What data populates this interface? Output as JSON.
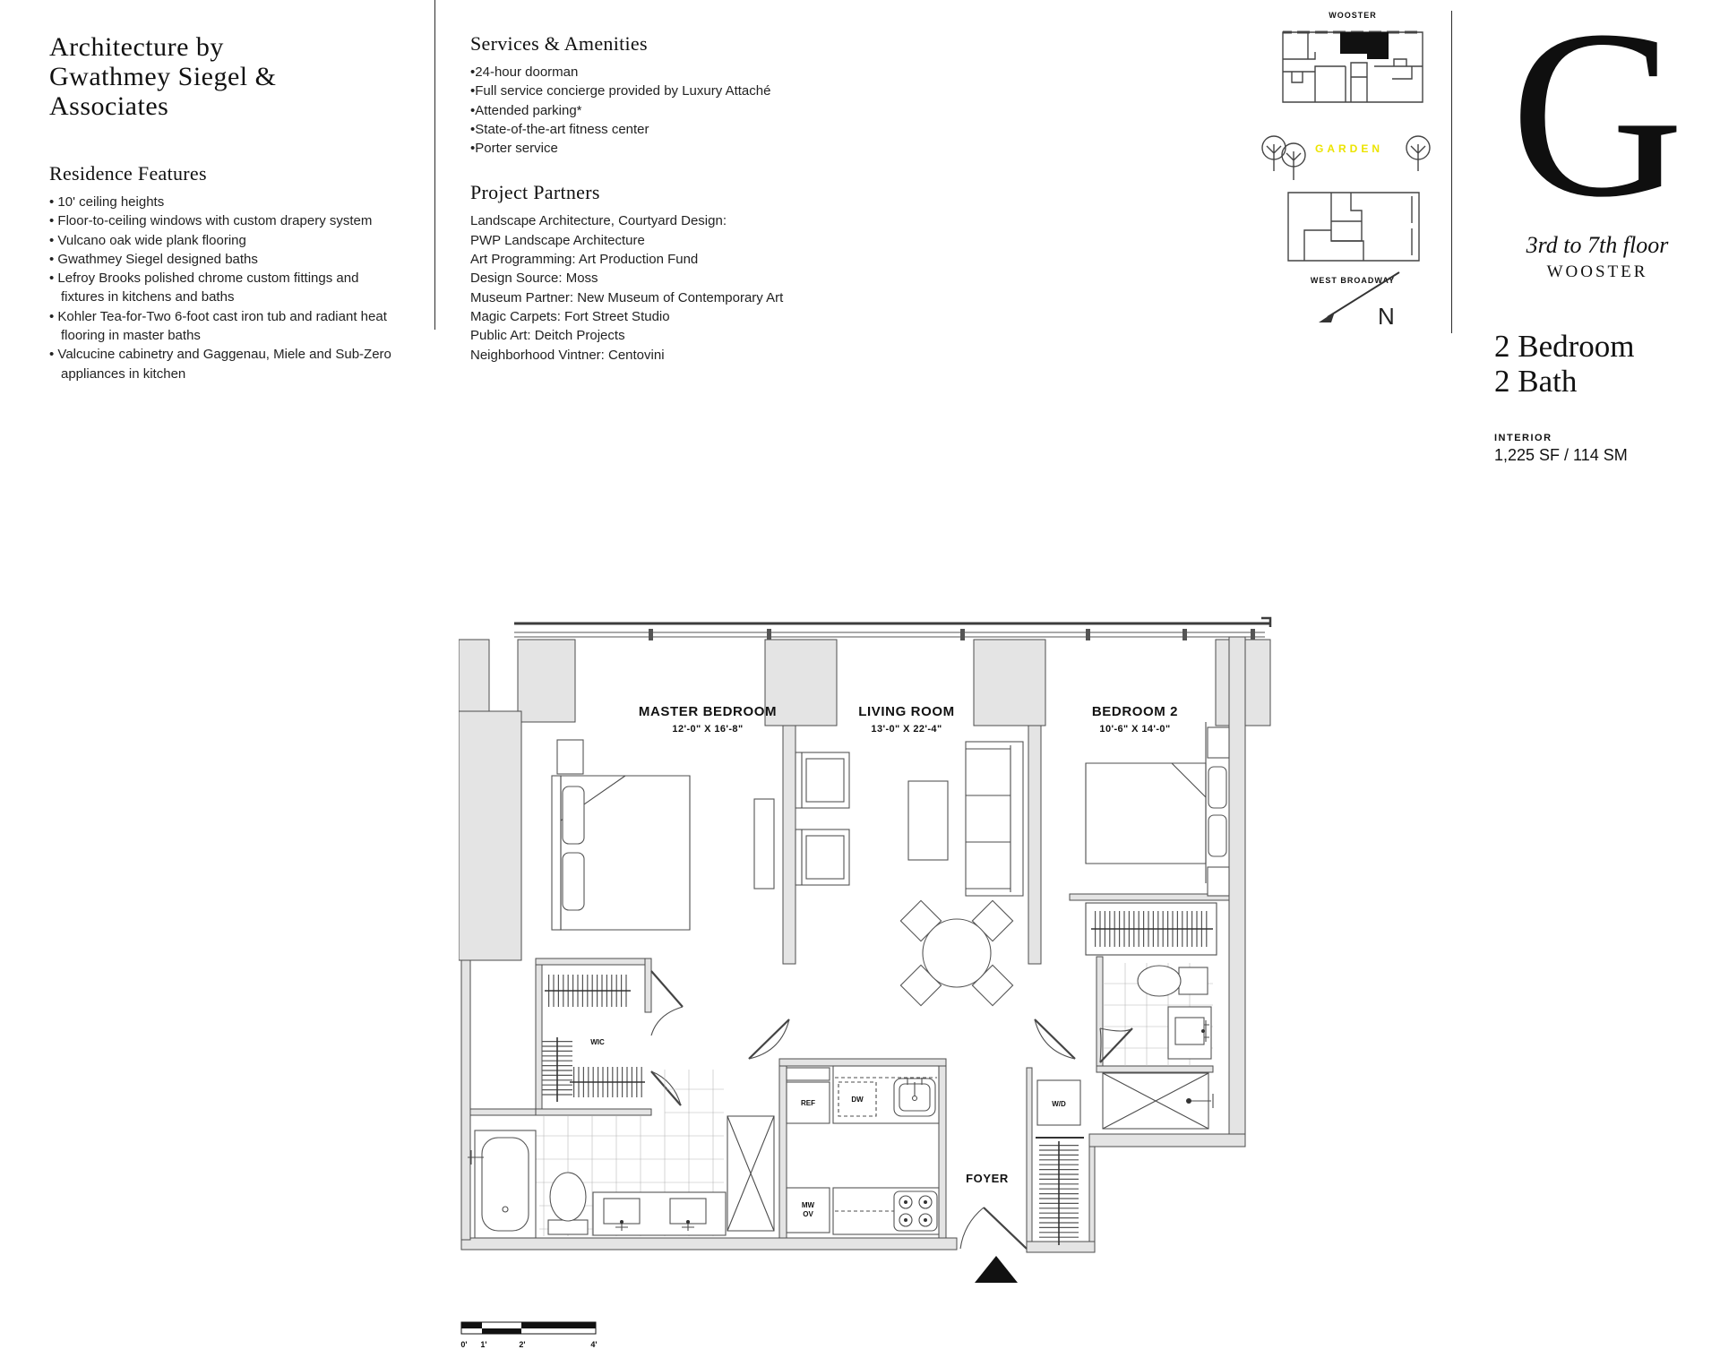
{
  "left_column": {
    "title_line1": "Architecture by",
    "title_line2": "Gwathmey Siegel & Associates",
    "features_heading": "Residence Features",
    "features": [
      "10' ceiling heights",
      "Floor-to-ceiling windows with custom drapery system",
      "Vulcano oak wide plank flooring",
      "Gwathmey Siegel designed baths",
      "Lefroy Brooks polished chrome custom fittings and fixtures in kitchens and baths",
      "Kohler Tea-for-Two 6-foot cast iron tub and radiant heat flooring in master baths",
      "Valcucine cabinetry and Gaggenau, Miele and Sub-Zero appliances in kitchen"
    ]
  },
  "middle_column": {
    "services_heading": "Services & Amenities",
    "services": [
      "24-hour doorman",
      "Full service concierge provided by Luxury Attaché",
      "Attended parking*",
      "State-of-the-art fitness center",
      "Porter service"
    ],
    "partners_heading": "Project Partners",
    "partners": [
      "Landscape Architecture, Courtyard Design:",
      "PWP Landscape Architecture",
      "Art Programming: Art Production Fund",
      "Design Source: Moss",
      "Museum Partner: New Museum of Contemporary Art",
      "Magic Carpets: Fort Street Studio",
      "Public Art: Deitch Projects",
      "Neighborhood Vintner: Centovini"
    ]
  },
  "site_map": {
    "street_top": "WOOSTER",
    "garden_label": "GARDEN",
    "street_bottom": "WEST BROADWAY",
    "north_label": "N",
    "garden_color": "#ece400"
  },
  "unit_panel": {
    "letter": "G",
    "floors": "3rd to 7th floor",
    "street": "WOOSTER",
    "bedrooms": "2 Bedroom",
    "baths": "2 Bath",
    "interior_label": "INTERIOR",
    "area": "1,225 SF / 114 SM"
  },
  "floor_plan": {
    "rooms": {
      "master": {
        "name": "MASTER BEDROOM",
        "dims": "12'-0\" X 16'-8\""
      },
      "living": {
        "name": "LIVING ROOM",
        "dims": "13'-0\" X 22'-4\""
      },
      "bedroom2": {
        "name": "BEDROOM 2",
        "dims": "10'-6\" X 14'-0\""
      },
      "foyer": {
        "name": "FOYER"
      }
    },
    "fixtures": {
      "wic": "WIC",
      "ref": "REF",
      "dw": "DW",
      "mw": "MW",
      "ov": "OV",
      "wd": "W/D"
    },
    "scale_labels": [
      "0'",
      "1'",
      "2'",
      "4'"
    ]
  }
}
